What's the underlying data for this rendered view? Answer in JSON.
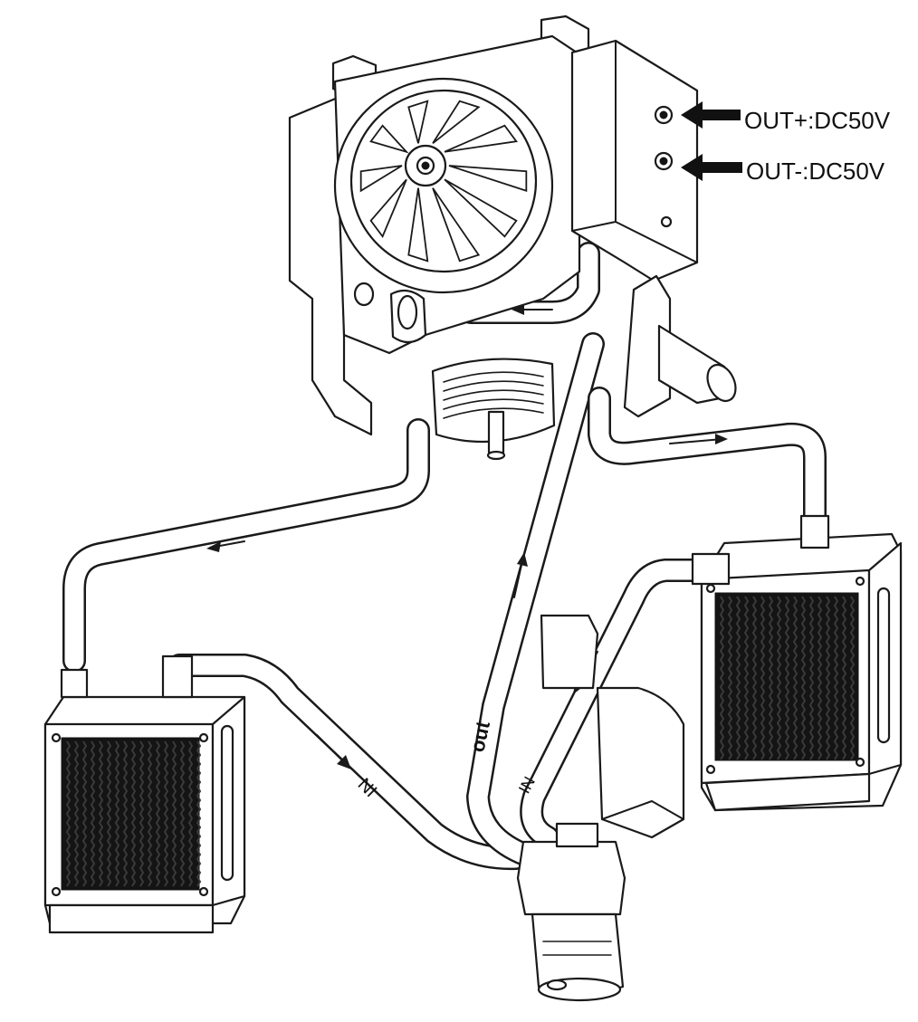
{
  "callouts": {
    "out_positive": "OUT+:DC50V",
    "out_negative": "OUT-:DC50V"
  },
  "tube_labels": {
    "left_in": "IN",
    "center_out": "out",
    "right_in": "IN"
  },
  "colors": {
    "line": "#1a1a1a",
    "background": "#ffffff",
    "fin_fill": "#141414"
  }
}
